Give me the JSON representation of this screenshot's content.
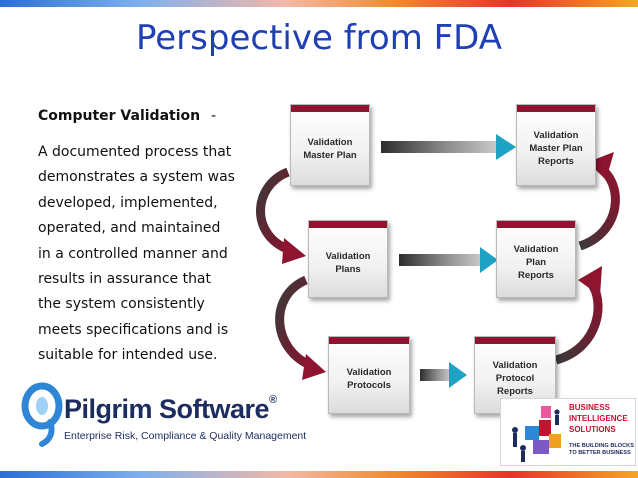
{
  "slide": {
    "title": "Perspective from FDA",
    "section_heading": "Computer Validation",
    "section_dash": "-",
    "body_lines": [
      "A documented process that",
      "demonstrates a system was",
      "developed, implemented,",
      "operated, and maintained",
      "in a controlled manner and",
      "results in assurance that",
      "the system consistently",
      "meets specifications and is",
      "suitable for intended use."
    ]
  },
  "diagram": {
    "boxes": [
      {
        "id": "vmp",
        "lines": [
          "Validation",
          "Master Plan"
        ]
      },
      {
        "id": "vmpr",
        "lines": [
          "Validation",
          "Master Plan",
          "Reports"
        ]
      },
      {
        "id": "vp",
        "lines": [
          "Validation Plans"
        ]
      },
      {
        "id": "vpr",
        "lines": [
          "Validation Plan",
          "Reports"
        ]
      },
      {
        "id": "vprot",
        "lines": [
          "Validation",
          "Protocols"
        ]
      },
      {
        "id": "vprotr",
        "lines": [
          "Validation",
          "Protocol Reports"
        ]
      }
    ],
    "colors": {
      "cap": "#8e1430",
      "arrow_dark": "#3a3a3a",
      "arrow_red": "#8e1430"
    }
  },
  "logos": {
    "pilgrim_name": "Pilgrim Software",
    "pilgrim_reg": "®",
    "pilgrim_tagline": "Enterprise Risk, Compliance & Quality Management",
    "bis_line1": "BUSINESS",
    "bis_line2": "INTELLIGENCE",
    "bis_line3": "SOLUTIONS",
    "bis_sub1": "THE BUILDING BLOCKS",
    "bis_sub2": "TO BETTER BUSINESS"
  },
  "colors": {
    "title": "#1f3fb4",
    "brand_navy": "#1d2c5e",
    "brand_red": "#c4122f"
  }
}
